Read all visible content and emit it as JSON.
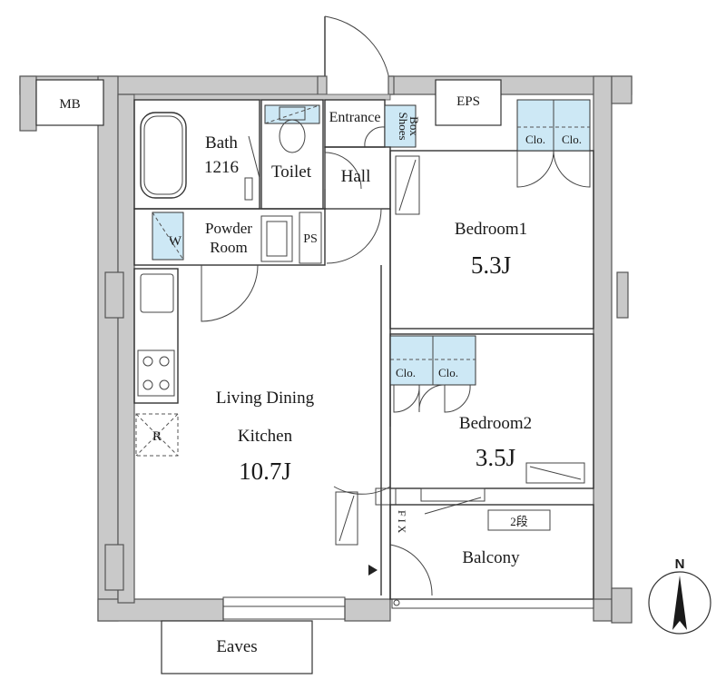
{
  "rooms": {
    "mb": "MB",
    "eps": "EPS",
    "entrance": "Entrance",
    "shoes_box_line1": "Shoes",
    "shoes_box_line2": "Box",
    "bath_name": "Bath",
    "bath_size": "1216",
    "toilet": "Toilet",
    "hall": "Hall",
    "powder_line1": "Powder",
    "powder_line2": "Room",
    "washer": "W",
    "ps": "PS",
    "bedroom1_name": "Bedroom1",
    "bedroom1_area": "5.3J",
    "bedroom2_name": "Bedroom2",
    "bedroom2_area": "3.5J",
    "ldk_name": "Living Dining",
    "ldk_sub": "Kitchen",
    "ldk_area": "10.7J",
    "fridge": "R",
    "fix": "F I X",
    "balcony": "Balcony",
    "step": "2段",
    "eaves": "Eaves",
    "north": "N"
  },
  "closets": {
    "label": "Clo."
  }
}
